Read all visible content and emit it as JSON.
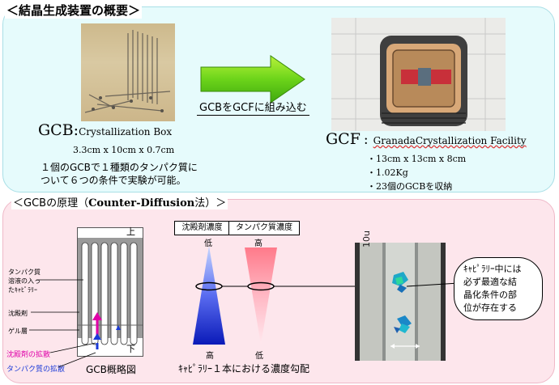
{
  "overview": {
    "title": "＜結晶生成装置の概要＞",
    "gcb_name_prefix": "GCB:",
    "gcb_name_rest": "Crystallization Box",
    "gcb_size": "3.3cm x 10cm x 0.7cm",
    "gcb_desc_line1": "１個のGCBで１種類のタンパク質に",
    "gcb_desc_line2": "ついて６つの条件で実験が可能。",
    "arrow_label": "GCBをGCFに組み込む",
    "gcf_name_prefix": "GCF",
    "gcf_name_colon": ":",
    "gcf_name_rest": "GranadaCrystallization Facility",
    "gcf_specs": [
      "・13cm x 13cm x 8cm",
      "・1.02Kg",
      "・23個のGCBを収納"
    ]
  },
  "principle": {
    "title_prefix": "＜GCBの原理（",
    "title_bold": "Counter-Diffusion",
    "title_suffix": "法）＞",
    "diagram": {
      "top_label": "上",
      "bottom_label": "下",
      "caption": "GCB概略図",
      "left_labels": [
        "タンパク質",
        "溶液の入っ",
        "たｷｬﾋﾟﾗﾘｰ",
        "沈殿剤",
        "ゲル層"
      ],
      "legend_precipitant": "沈殿剤の拡散",
      "legend_protein": "タンパク質の拡散"
    },
    "gradient": {
      "header_precipitant": "沈殿剤濃度",
      "header_protein": "タンパク質濃度",
      "precip_top": "低",
      "protein_top": "高",
      "precip_bottom": "高",
      "protein_bottom": "低",
      "caption": "ｷｬﾋﾟﾗﾘｰ１本における濃度勾配"
    },
    "micro": {
      "scale_label": "10u"
    },
    "callout_lines": [
      "ｷｬﾋﾟﾗﾘｰ中には",
      "必ず最適な結",
      "晶化条件の部",
      "位が存在する"
    ]
  }
}
